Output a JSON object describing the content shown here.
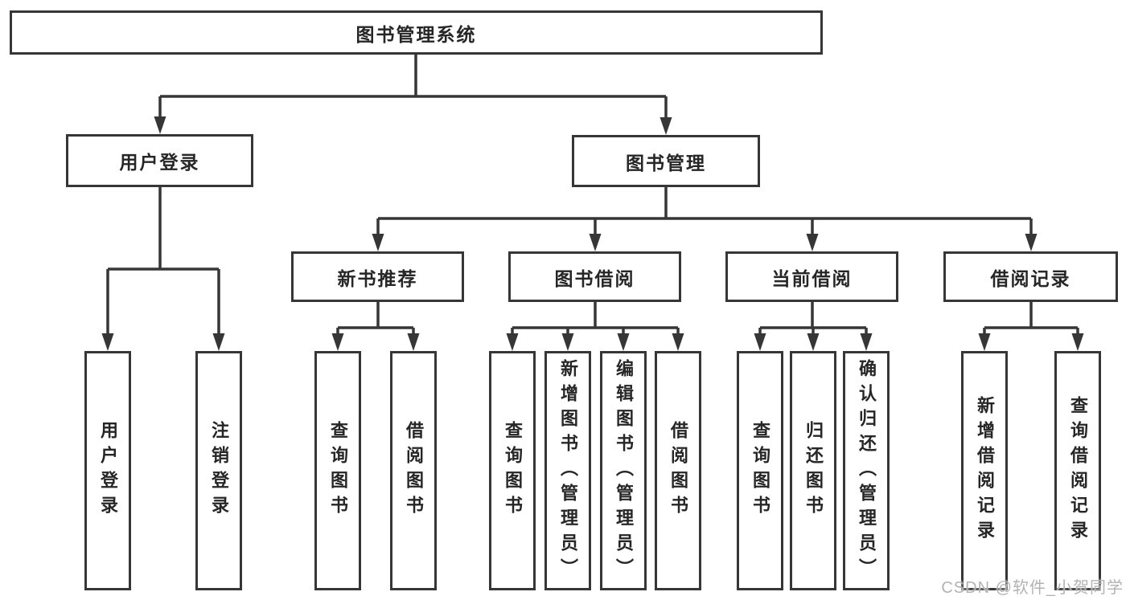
{
  "diagram": {
    "root": {
      "label": "图书管理系统"
    },
    "children": [
      {
        "label": "用户登录",
        "children": [
          {
            "label": "用户登录"
          },
          {
            "label": "注销登录"
          }
        ]
      },
      {
        "label": "图书管理",
        "children": [
          {
            "label": "新书推荐",
            "children": [
              {
                "label": "查询图书"
              },
              {
                "label": "借阅图书"
              }
            ]
          },
          {
            "label": "图书借阅",
            "children": [
              {
                "label": "查询图书"
              },
              {
                "label": "新增图书（管理员）"
              },
              {
                "label": "编辑图书（管理员）"
              },
              {
                "label": "借阅图书"
              }
            ]
          },
          {
            "label": "当前借阅",
            "children": [
              {
                "label": "查询图书"
              },
              {
                "label": "归还图书"
              },
              {
                "label": "确认归还（管理员）"
              }
            ]
          },
          {
            "label": "借阅记录",
            "children": [
              {
                "label": "新增借阅记录"
              },
              {
                "label": "查询借阅记录"
              }
            ]
          }
        ]
      }
    ]
  },
  "watermark": {
    "text": "CSDN @软件_小贺同学"
  },
  "colors": {
    "line": "#363636",
    "text": "#262626",
    "watermark": "#b3b3b3",
    "background": "#ffffff"
  }
}
